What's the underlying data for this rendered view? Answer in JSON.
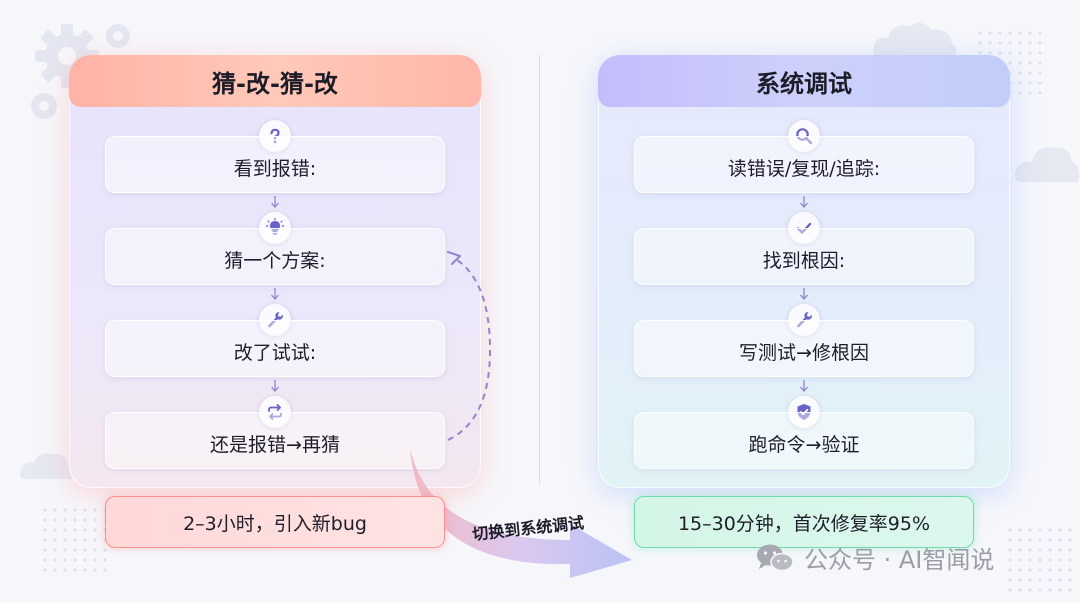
{
  "left_panel": {
    "title": "猜-改-猜-改",
    "steps": [
      {
        "label": "看到报错:",
        "icon": "question-icon"
      },
      {
        "label": "猜一个方案:",
        "icon": "lightbulb-icon"
      },
      {
        "label": "改了试试:",
        "icon": "wrench-icon"
      },
      {
        "label": "还是报错→再猜",
        "icon": "repeat-icon"
      }
    ],
    "result": "2–3小时，引入新bug",
    "colors": {
      "header": "#ffb3a6",
      "result_border": "#ff8f8f"
    }
  },
  "right_panel": {
    "title": "系统调试",
    "steps": [
      {
        "label": "读错误/复现/追踪:",
        "icon": "search-icon"
      },
      {
        "label": "找到根因:",
        "icon": "check-icon"
      },
      {
        "label": "写测试→修根因",
        "icon": "wrench-icon"
      },
      {
        "label": "跑命令→验证",
        "icon": "shield-check-icon"
      }
    ],
    "result": "15–30分钟，首次修复率95%",
    "colors": {
      "header": "#c3bdfb",
      "result_border": "#6fdcaa"
    }
  },
  "transition_label": "切换到系统调试",
  "watermark": {
    "text": "公众号 · AI智闻说",
    "icon": "wechat-icon"
  },
  "colors": {
    "accent_icon": "#6a63c8",
    "arrow": "#8f86cf"
  }
}
